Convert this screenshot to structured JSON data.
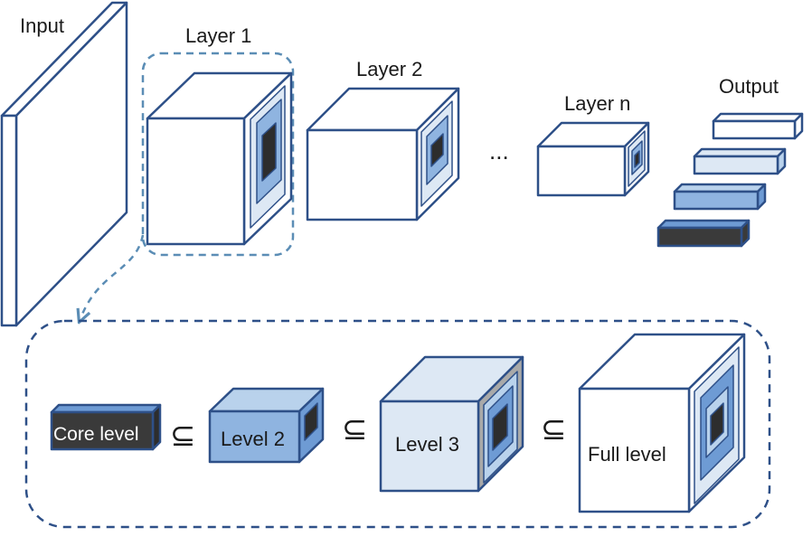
{
  "top": {
    "input_label": "Input",
    "layer1_label": "Layer 1",
    "layer2_label": "Layer 2",
    "ellipsis": "...",
    "layern_label": "Layer n",
    "output_label": "Output"
  },
  "bottom": {
    "core_label": "Core level",
    "level2_label": "Level 2",
    "level3_label": "Level 3",
    "full_label": "Full level",
    "subset_symbol": "⊆"
  },
  "colors": {
    "stroke": "#2e5088",
    "dashed_light": "#5b8db5",
    "dashed_dark": "#2e5088",
    "face_white": "#ffffff",
    "face_pale": "#dde8f4",
    "face_light": "#b9d2ec",
    "face_mid": "#8fb4e0",
    "face_mid2": "#6e9bd4",
    "face_dark": "#3a3a3a",
    "face_dark2": "#2d2d2d",
    "face_gray": "#a9a9a9"
  }
}
